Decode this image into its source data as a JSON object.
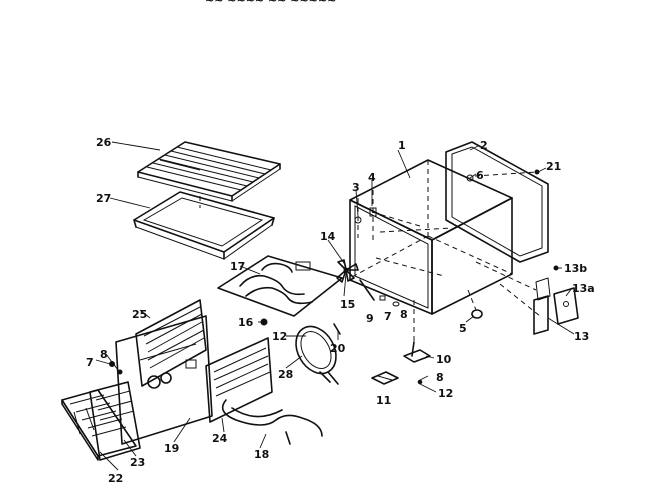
{
  "header_cut_text": "~~ ~~~~  ~~ ~~~~~",
  "callouts": {
    "c1": "1",
    "c2": "2",
    "c3": "3",
    "c4": "4",
    "c5": "5",
    "c6": "6",
    "c7a": "7",
    "c7b": "7",
    "c8a": "8",
    "c8b": "8",
    "c8c": "8",
    "c9": "9",
    "c10": "10",
    "c11": "11",
    "c12a": "12",
    "c12b": "12",
    "c13": "13",
    "c13a": "13a",
    "c13b": "13b",
    "c14": "14",
    "c15": "15",
    "c16": "16",
    "c17": "17",
    "c18": "18",
    "c19": "19",
    "c20": "20",
    "c21": "21",
    "c22": "22",
    "c23": "23",
    "c24": "24",
    "c25": "25",
    "c26": "26",
    "c27": "27",
    "c28": "28"
  }
}
